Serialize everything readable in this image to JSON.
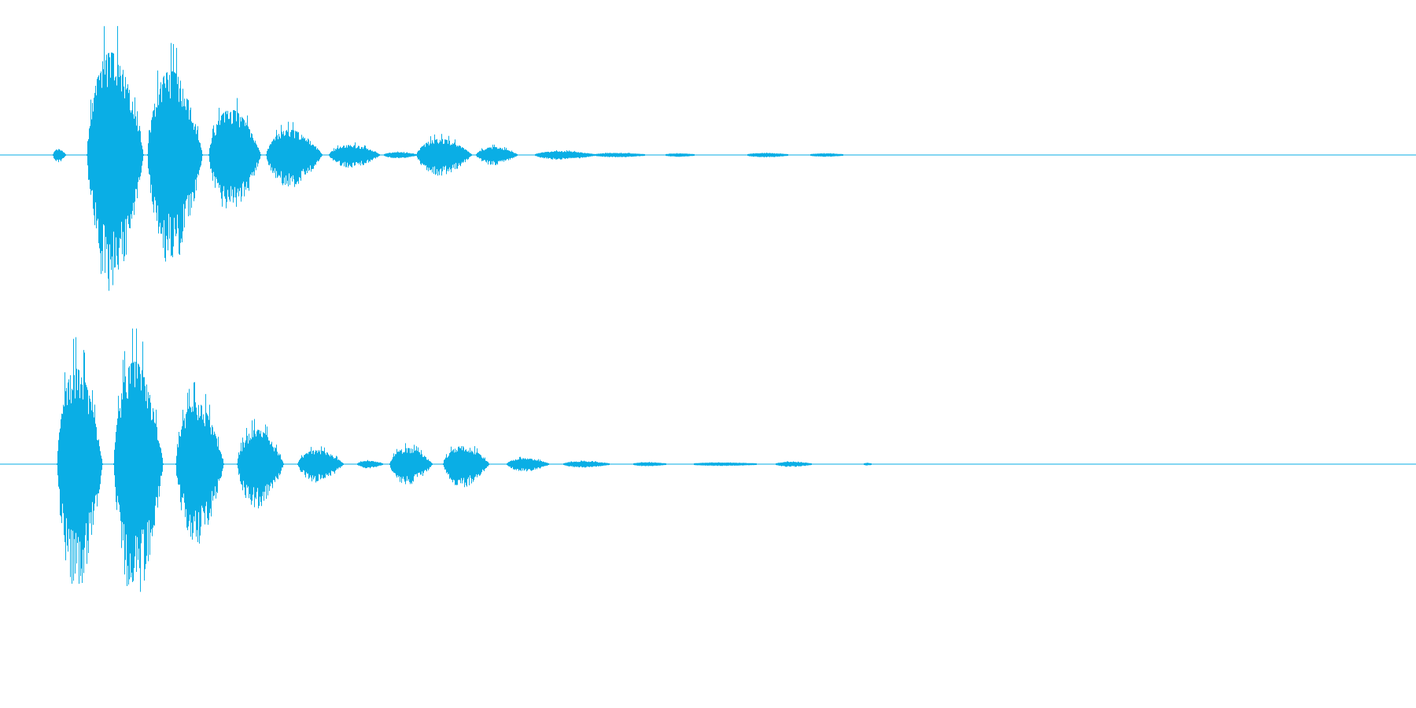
{
  "waveform": {
    "color": "#0aaee5",
    "background": "#ffffff",
    "duration": 1.0,
    "active_until": 0.6,
    "channels": [
      {
        "name": "channel-1",
        "bursts": [
          {
            "start": 0.037,
            "end": 0.046,
            "amp": 0.05
          },
          {
            "start": 0.061,
            "end": 0.101,
            "amp": 1.0
          },
          {
            "start": 0.104,
            "end": 0.143,
            "amp": 0.82
          },
          {
            "start": 0.147,
            "end": 0.184,
            "amp": 0.44
          },
          {
            "start": 0.188,
            "end": 0.227,
            "amp": 0.24
          },
          {
            "start": 0.232,
            "end": 0.268,
            "amp": 0.09
          },
          {
            "start": 0.271,
            "end": 0.294,
            "amp": 0.02
          },
          {
            "start": 0.294,
            "end": 0.333,
            "amp": 0.15
          },
          {
            "start": 0.336,
            "end": 0.365,
            "amp": 0.07
          },
          {
            "start": 0.378,
            "end": 0.42,
            "amp": 0.03
          },
          {
            "start": 0.42,
            "end": 0.455,
            "amp": 0.012
          },
          {
            "start": 0.47,
            "end": 0.49,
            "amp": 0.008
          },
          {
            "start": 0.528,
            "end": 0.556,
            "amp": 0.012
          },
          {
            "start": 0.572,
            "end": 0.595,
            "amp": 0.008
          }
        ]
      },
      {
        "name": "channel-2",
        "bursts": [
          {
            "start": 0.04,
            "end": 0.072,
            "amp": 0.93
          },
          {
            "start": 0.08,
            "end": 0.115,
            "amp": 1.0
          },
          {
            "start": 0.124,
            "end": 0.158,
            "amp": 0.6
          },
          {
            "start": 0.167,
            "end": 0.2,
            "amp": 0.33
          },
          {
            "start": 0.21,
            "end": 0.242,
            "amp": 0.13
          },
          {
            "start": 0.252,
            "end": 0.27,
            "amp": 0.025
          },
          {
            "start": 0.275,
            "end": 0.305,
            "amp": 0.15
          },
          {
            "start": 0.313,
            "end": 0.345,
            "amp": 0.17
          },
          {
            "start": 0.358,
            "end": 0.387,
            "amp": 0.05
          },
          {
            "start": 0.398,
            "end": 0.43,
            "amp": 0.02
          },
          {
            "start": 0.447,
            "end": 0.47,
            "amp": 0.01
          },
          {
            "start": 0.49,
            "end": 0.534,
            "amp": 0.008
          },
          {
            "start": 0.548,
            "end": 0.573,
            "amp": 0.015
          },
          {
            "start": 0.61,
            "end": 0.615,
            "amp": 0.004
          }
        ]
      }
    ]
  }
}
